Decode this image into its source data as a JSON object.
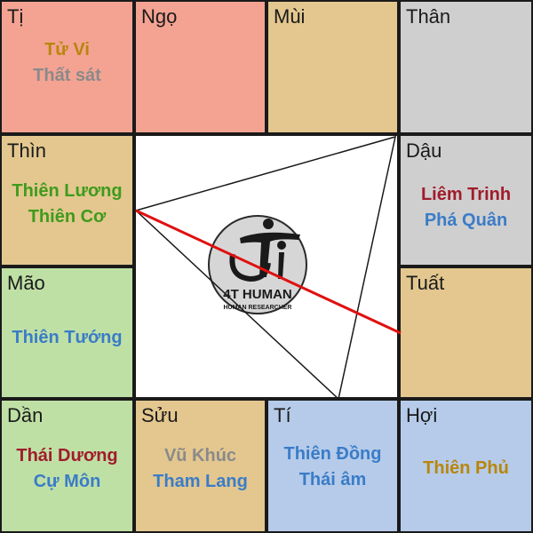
{
  "colors": {
    "salmon": "#f4a393",
    "tan": "#e3c78f",
    "gray": "#cfcfcf",
    "green": "#bfe0a5",
    "blue": "#b5cbe9",
    "red_line": "#e01010",
    "star_gold": "#b8860b",
    "star_gray": "#8a8a8a",
    "star_green": "#3f9b1c",
    "star_crimson": "#a01c2c",
    "star_blue": "#3a7cc8"
  },
  "cells": {
    "ti_upper": {
      "name": "Tị",
      "stars": [
        "Tử Vi",
        "Thất sát"
      ]
    },
    "ngo": {
      "name": "Ngọ",
      "stars": []
    },
    "mui": {
      "name": "Mùi",
      "stars": []
    },
    "than": {
      "name": "Thân",
      "stars": []
    },
    "thin": {
      "name": "Thìn",
      "stars": [
        "Thiên Lương",
        "Thiên Cơ"
      ]
    },
    "dau": {
      "name": "Dậu",
      "stars": [
        "Liêm Trinh",
        "Phá Quân"
      ]
    },
    "mao": {
      "name": "Mão",
      "stars": [
        "Thiên Tướng"
      ]
    },
    "tuat": {
      "name": "Tuất",
      "stars": []
    },
    "dan": {
      "name": "Dần",
      "stars": [
        "Thái Dương",
        "Cự Môn"
      ]
    },
    "suu": {
      "name": "Sửu",
      "stars": [
        "Vũ Khúc",
        "Tham Lang"
      ]
    },
    "ti_lower": {
      "name": "Tí",
      "stars": [
        "Thiên Đồng",
        "Thái âm"
      ]
    },
    "hoi": {
      "name": "Hợi",
      "stars": [
        "Thiên Phủ"
      ]
    }
  },
  "logo": {
    "title": "4T HUMAN",
    "subtitle": "HUMAN RESEARCHER"
  }
}
